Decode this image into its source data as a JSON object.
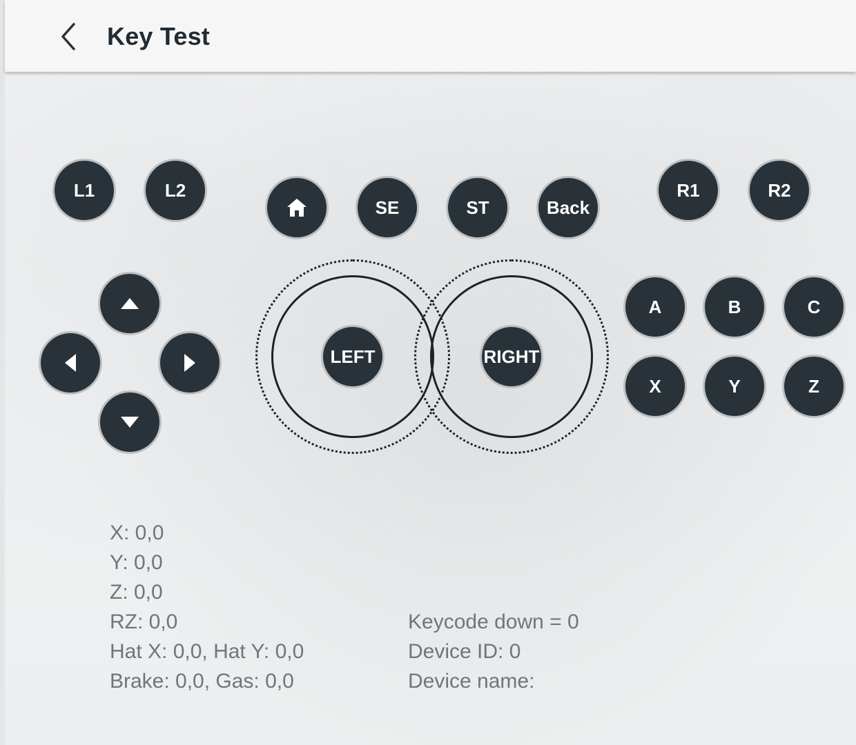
{
  "header": {
    "title": "Key Test"
  },
  "shoulder": {
    "l1": "L1",
    "l2": "L2",
    "r1": "R1",
    "r2": "R2"
  },
  "center": {
    "se": "SE",
    "st": "ST",
    "back": "Back"
  },
  "sticks": {
    "left": "LEFT",
    "right": "RIGHT"
  },
  "face": {
    "a": "A",
    "b": "B",
    "c": "C",
    "x": "X",
    "y": "Y",
    "z": "Z"
  },
  "readouts_left": [
    "X: 0,0",
    "Y: 0,0",
    "Z: 0,0",
    "RZ: 0,0",
    "Hat X: 0,0, Hat Y: 0,0",
    "Brake: 0,0, Gas: 0,0"
  ],
  "readouts_right": [
    "Keycode down = 0",
    "Device ID: 0",
    "Device name:"
  ],
  "icons": {
    "back": "chevron-left-icon",
    "home": "home-icon",
    "dpad": [
      "arrow-up-icon",
      "arrow-left-icon",
      "arrow-right-icon",
      "arrow-down-icon"
    ]
  },
  "colors": {
    "button_fill": "#283238",
    "button_border": "#bcc0c3",
    "title": "#202b33",
    "readout_text": "#6f767b"
  }
}
